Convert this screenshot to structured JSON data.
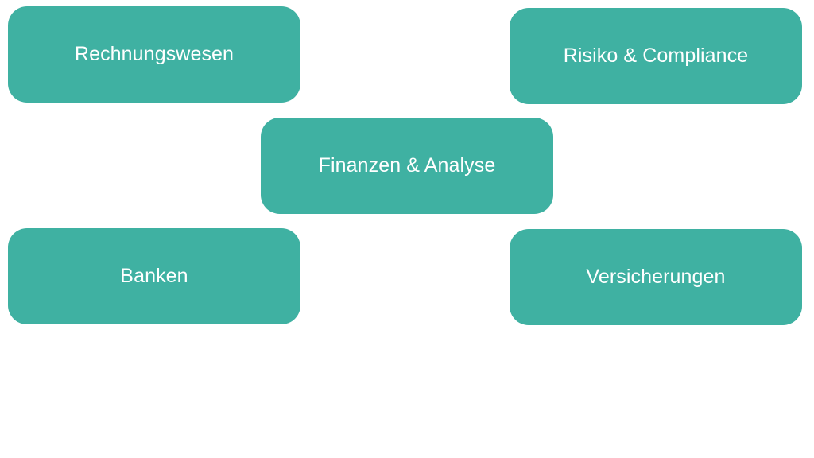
{
  "diagram": {
    "node_color": "#3fb1a2",
    "text_color": "#ffffff",
    "background": "#ffffff",
    "nodes": {
      "rechnungswesen": "Rechnungswesen",
      "risiko_compliance": "Risiko & Compliance",
      "finanzen_analyse": "Finanzen & Analyse",
      "banken": "Banken",
      "versicherungen": "Versicherungen"
    }
  }
}
